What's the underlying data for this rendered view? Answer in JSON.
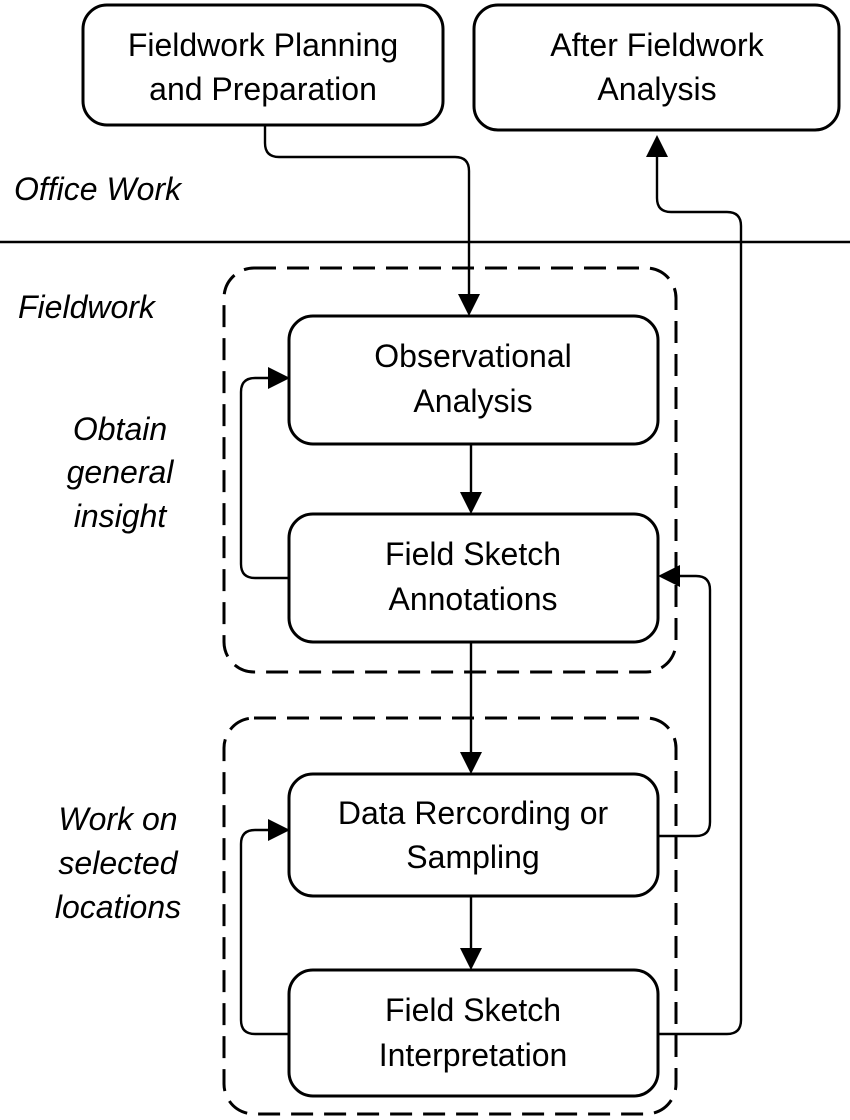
{
  "office": {
    "label": "Office Work",
    "boxes": {
      "planning": [
        "Fieldwork Planning",
        "and Preparation"
      ],
      "after": [
        "After Fieldwork",
        "Analysis"
      ]
    }
  },
  "fieldwork": {
    "label": "Fieldwork",
    "general": {
      "label": [
        "Obtain",
        "general",
        "insight"
      ],
      "observational": [
        "Observational",
        "Analysis"
      ],
      "sketch_annotations": [
        "Field Sketch",
        "Annotations"
      ]
    },
    "selected": {
      "label": [
        "Work on",
        "selected",
        "locations"
      ],
      "data_recording": [
        "Data Rercording or",
        "Sampling"
      ],
      "sketch_interpretation": [
        "Field Sketch",
        "Interpretation"
      ]
    }
  }
}
